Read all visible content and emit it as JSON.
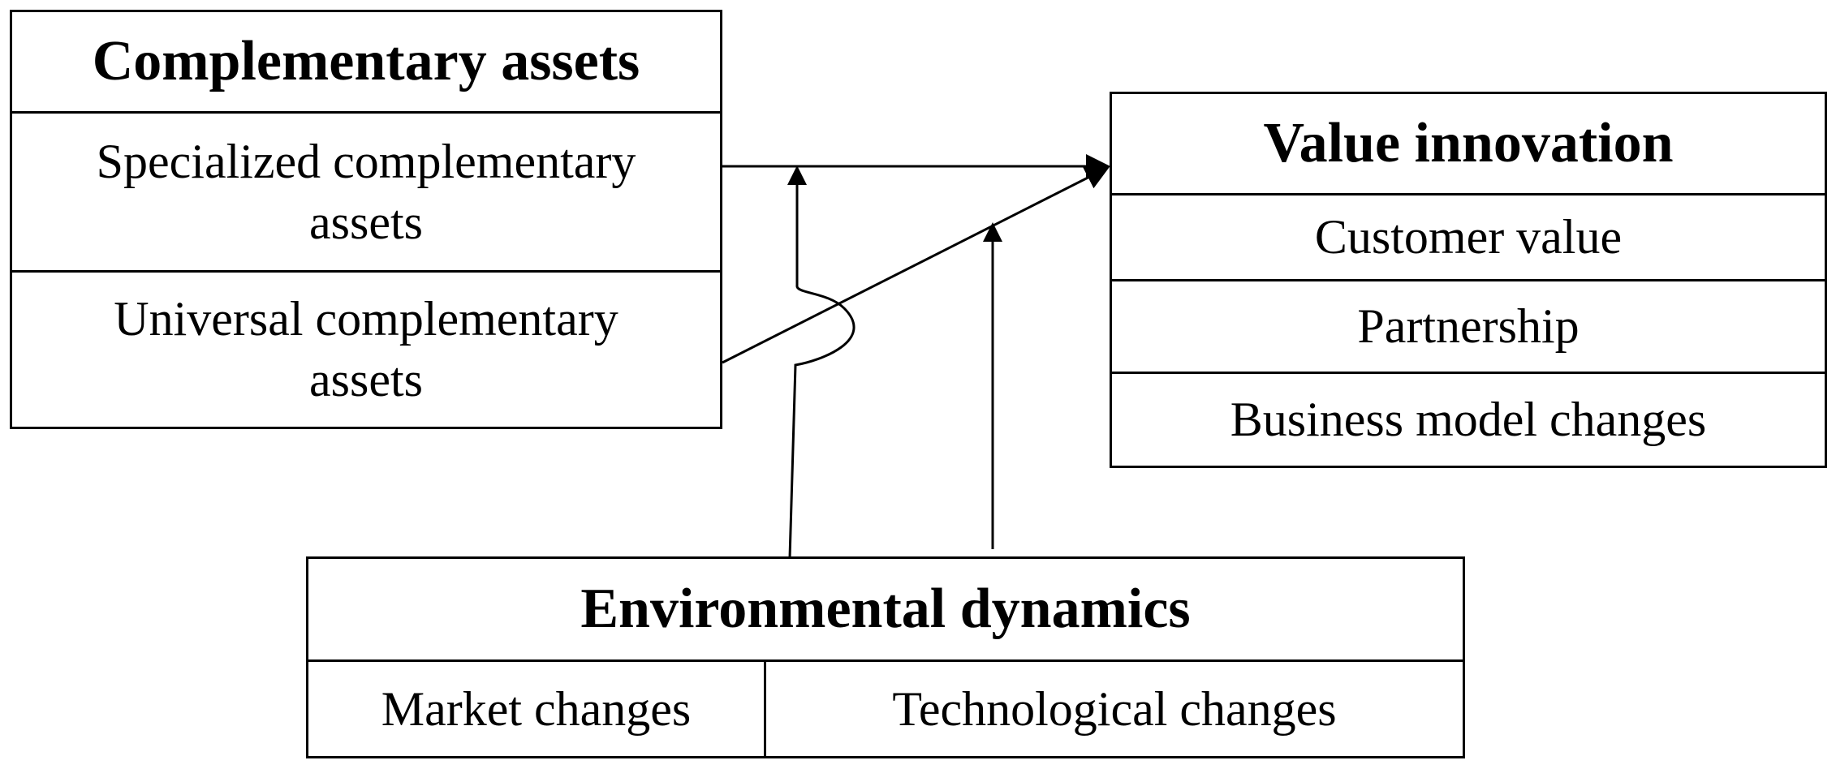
{
  "complementary_assets": {
    "title": "Complementary assets",
    "items": [
      "Specialized complementary assets",
      "Universal complementary assets"
    ]
  },
  "value_innovation": {
    "title": "Value innovation",
    "items": [
      "Customer value",
      "Partnership",
      "Business model changes"
    ]
  },
  "environmental_dynamics": {
    "title": "Environmental dynamics",
    "items": [
      "Market changes",
      "Technological changes"
    ]
  }
}
